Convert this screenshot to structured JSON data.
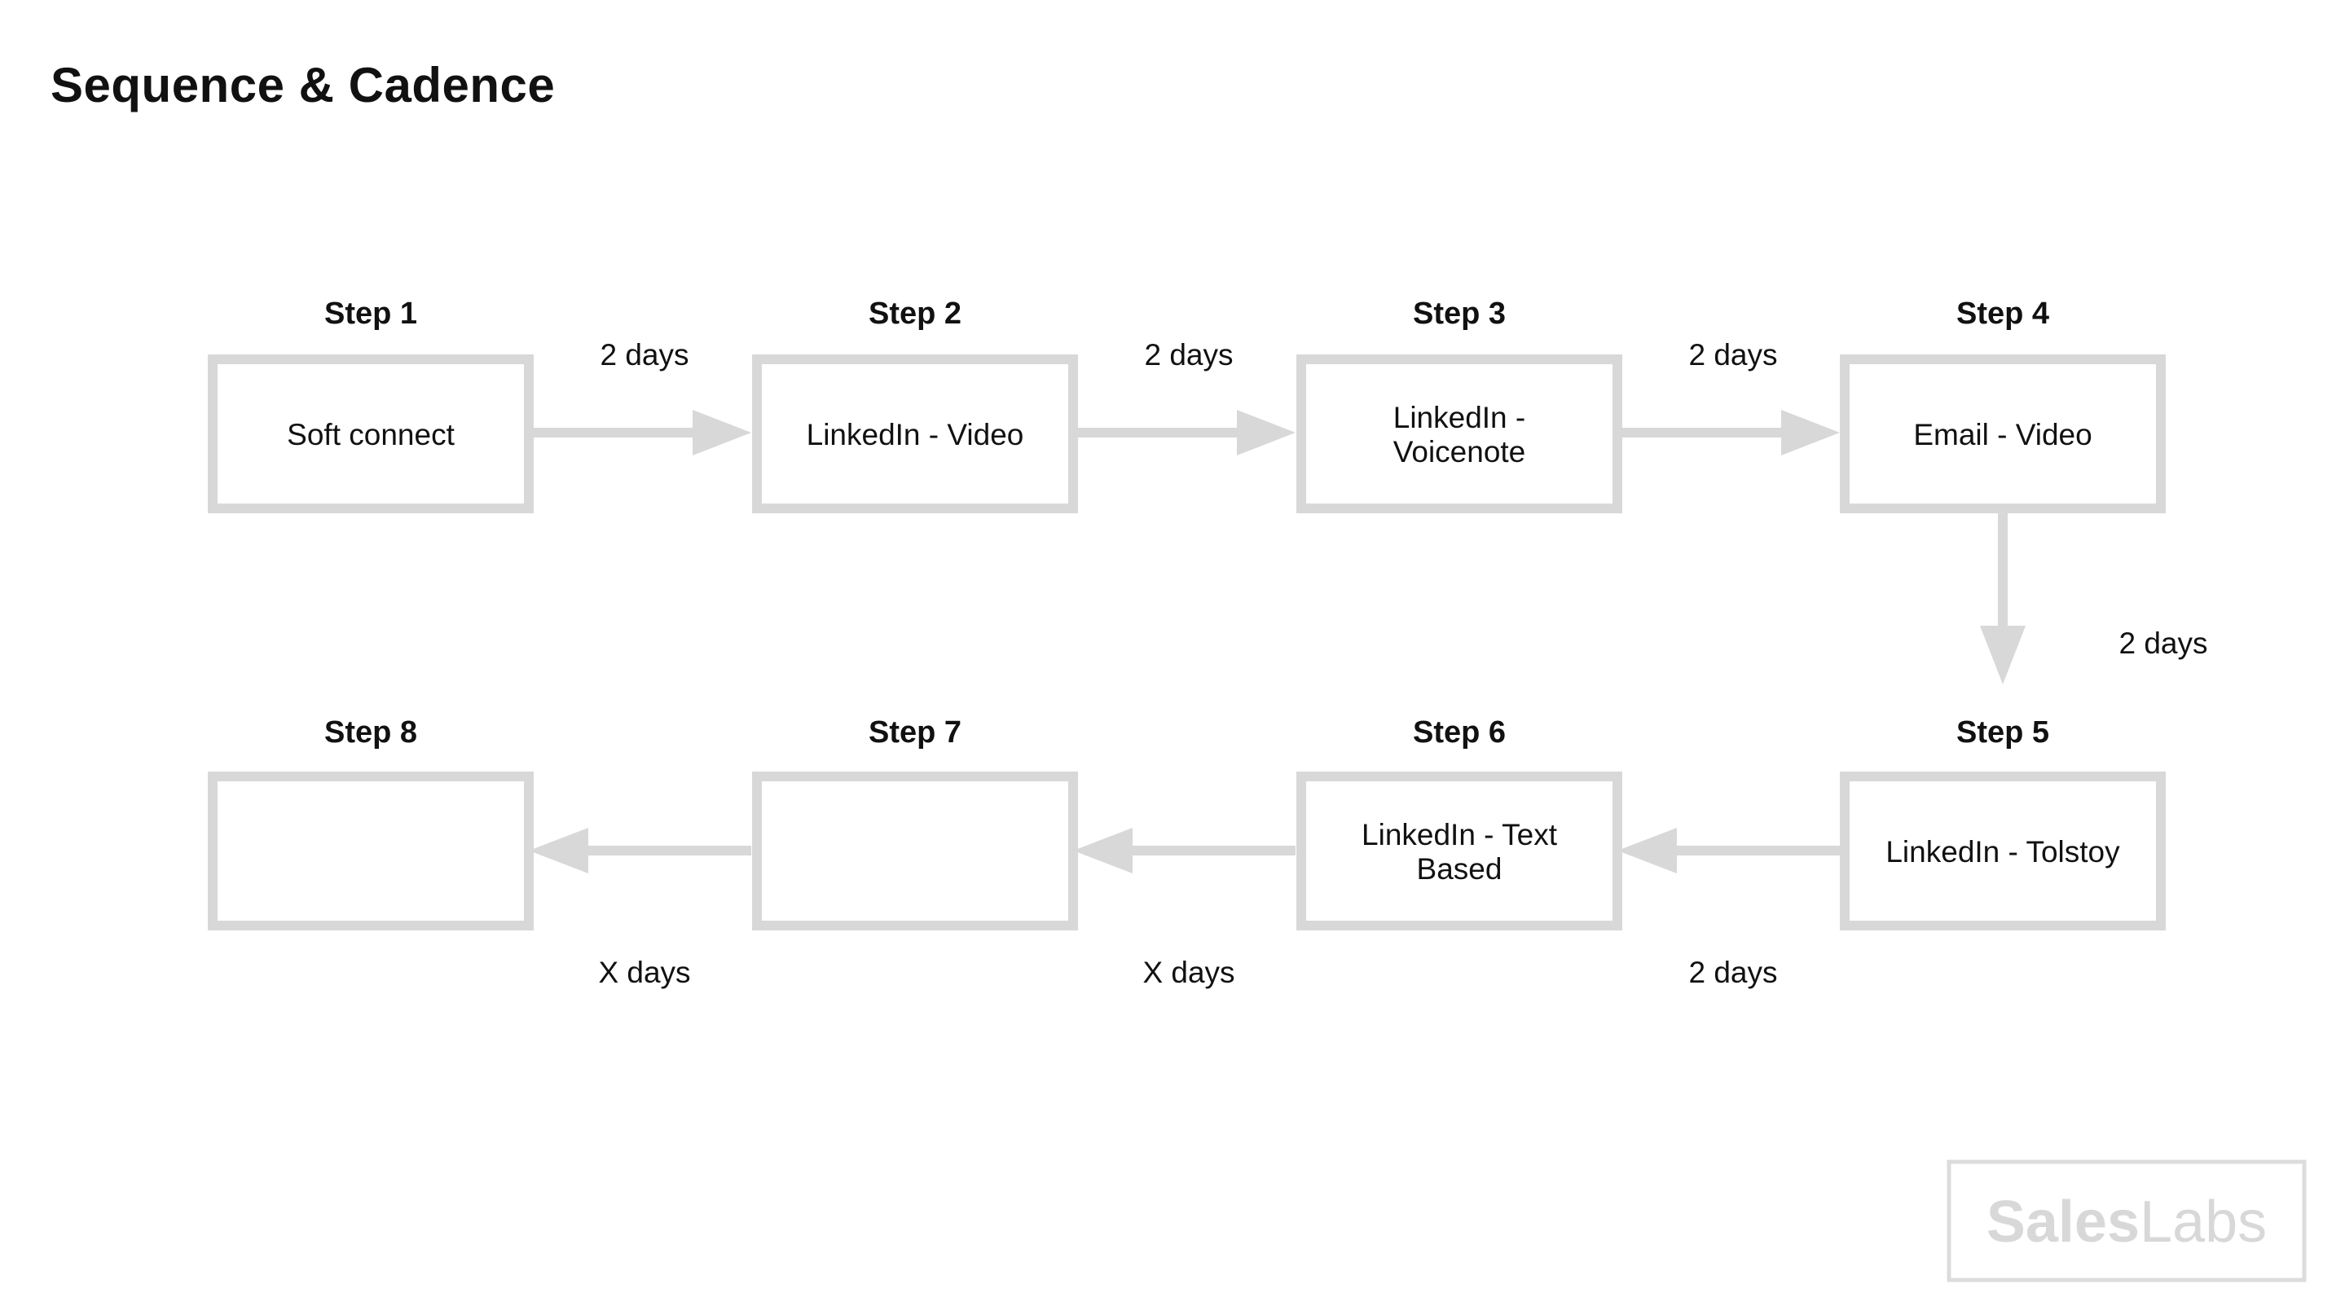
{
  "page": {
    "title": "Sequence & Cadence"
  },
  "steps": [
    {
      "label": "Step 1",
      "line1": "Soft connect",
      "line2": ""
    },
    {
      "label": "Step 2",
      "line1": "LinkedIn - Video",
      "line2": ""
    },
    {
      "label": "Step 3",
      "line1": "LinkedIn -",
      "line2": "Voicenote"
    },
    {
      "label": "Step 4",
      "line1": "Email - Video",
      "line2": ""
    },
    {
      "label": "Step 5",
      "line1": "LinkedIn - Tolstoy",
      "line2": ""
    },
    {
      "label": "Step 6",
      "line1": "LinkedIn - Text",
      "line2": "Based"
    },
    {
      "label": "Step 7",
      "line1": "",
      "line2": ""
    },
    {
      "label": "Step 8",
      "line1": "",
      "line2": ""
    }
  ],
  "delays": {
    "s1_s2": "2 days",
    "s2_s3": "2 days",
    "s3_s4": "2 days",
    "s4_s5": "2 days",
    "s5_s6": "2 days",
    "s6_s7": "X days",
    "s7_s8": "X days"
  },
  "logo": {
    "part1": "Sales",
    "part2": "Labs"
  },
  "colors": {
    "box_stroke": "#d8d8d8",
    "arrow": "#d8d8d8",
    "text": "#111111",
    "logo": "#d8d8d8"
  }
}
